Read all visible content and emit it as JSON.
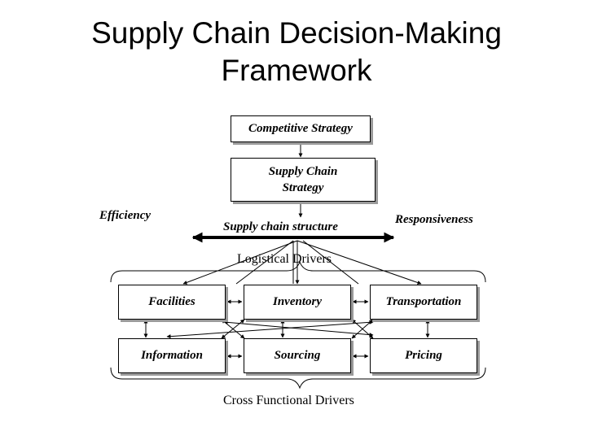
{
  "title_line1": "Supply Chain Decision-Making",
  "title_line2": "Framework",
  "nodes": {
    "competitive_strategy": "Competitive Strategy",
    "sc_strategy_line1": "Supply Chain",
    "sc_strategy_line2": "Strategy",
    "facilities": "Facilities",
    "inventory": "Inventory",
    "transportation": "Transportation",
    "information": "Information",
    "sourcing": "Sourcing",
    "pricing": "Pricing"
  },
  "labels": {
    "efficiency": "Efficiency",
    "responsiveness": "Responsiveness",
    "structure": "Supply chain structure",
    "logistical": "Logistical Drivers",
    "cross_functional": "Cross Functional Drivers"
  }
}
